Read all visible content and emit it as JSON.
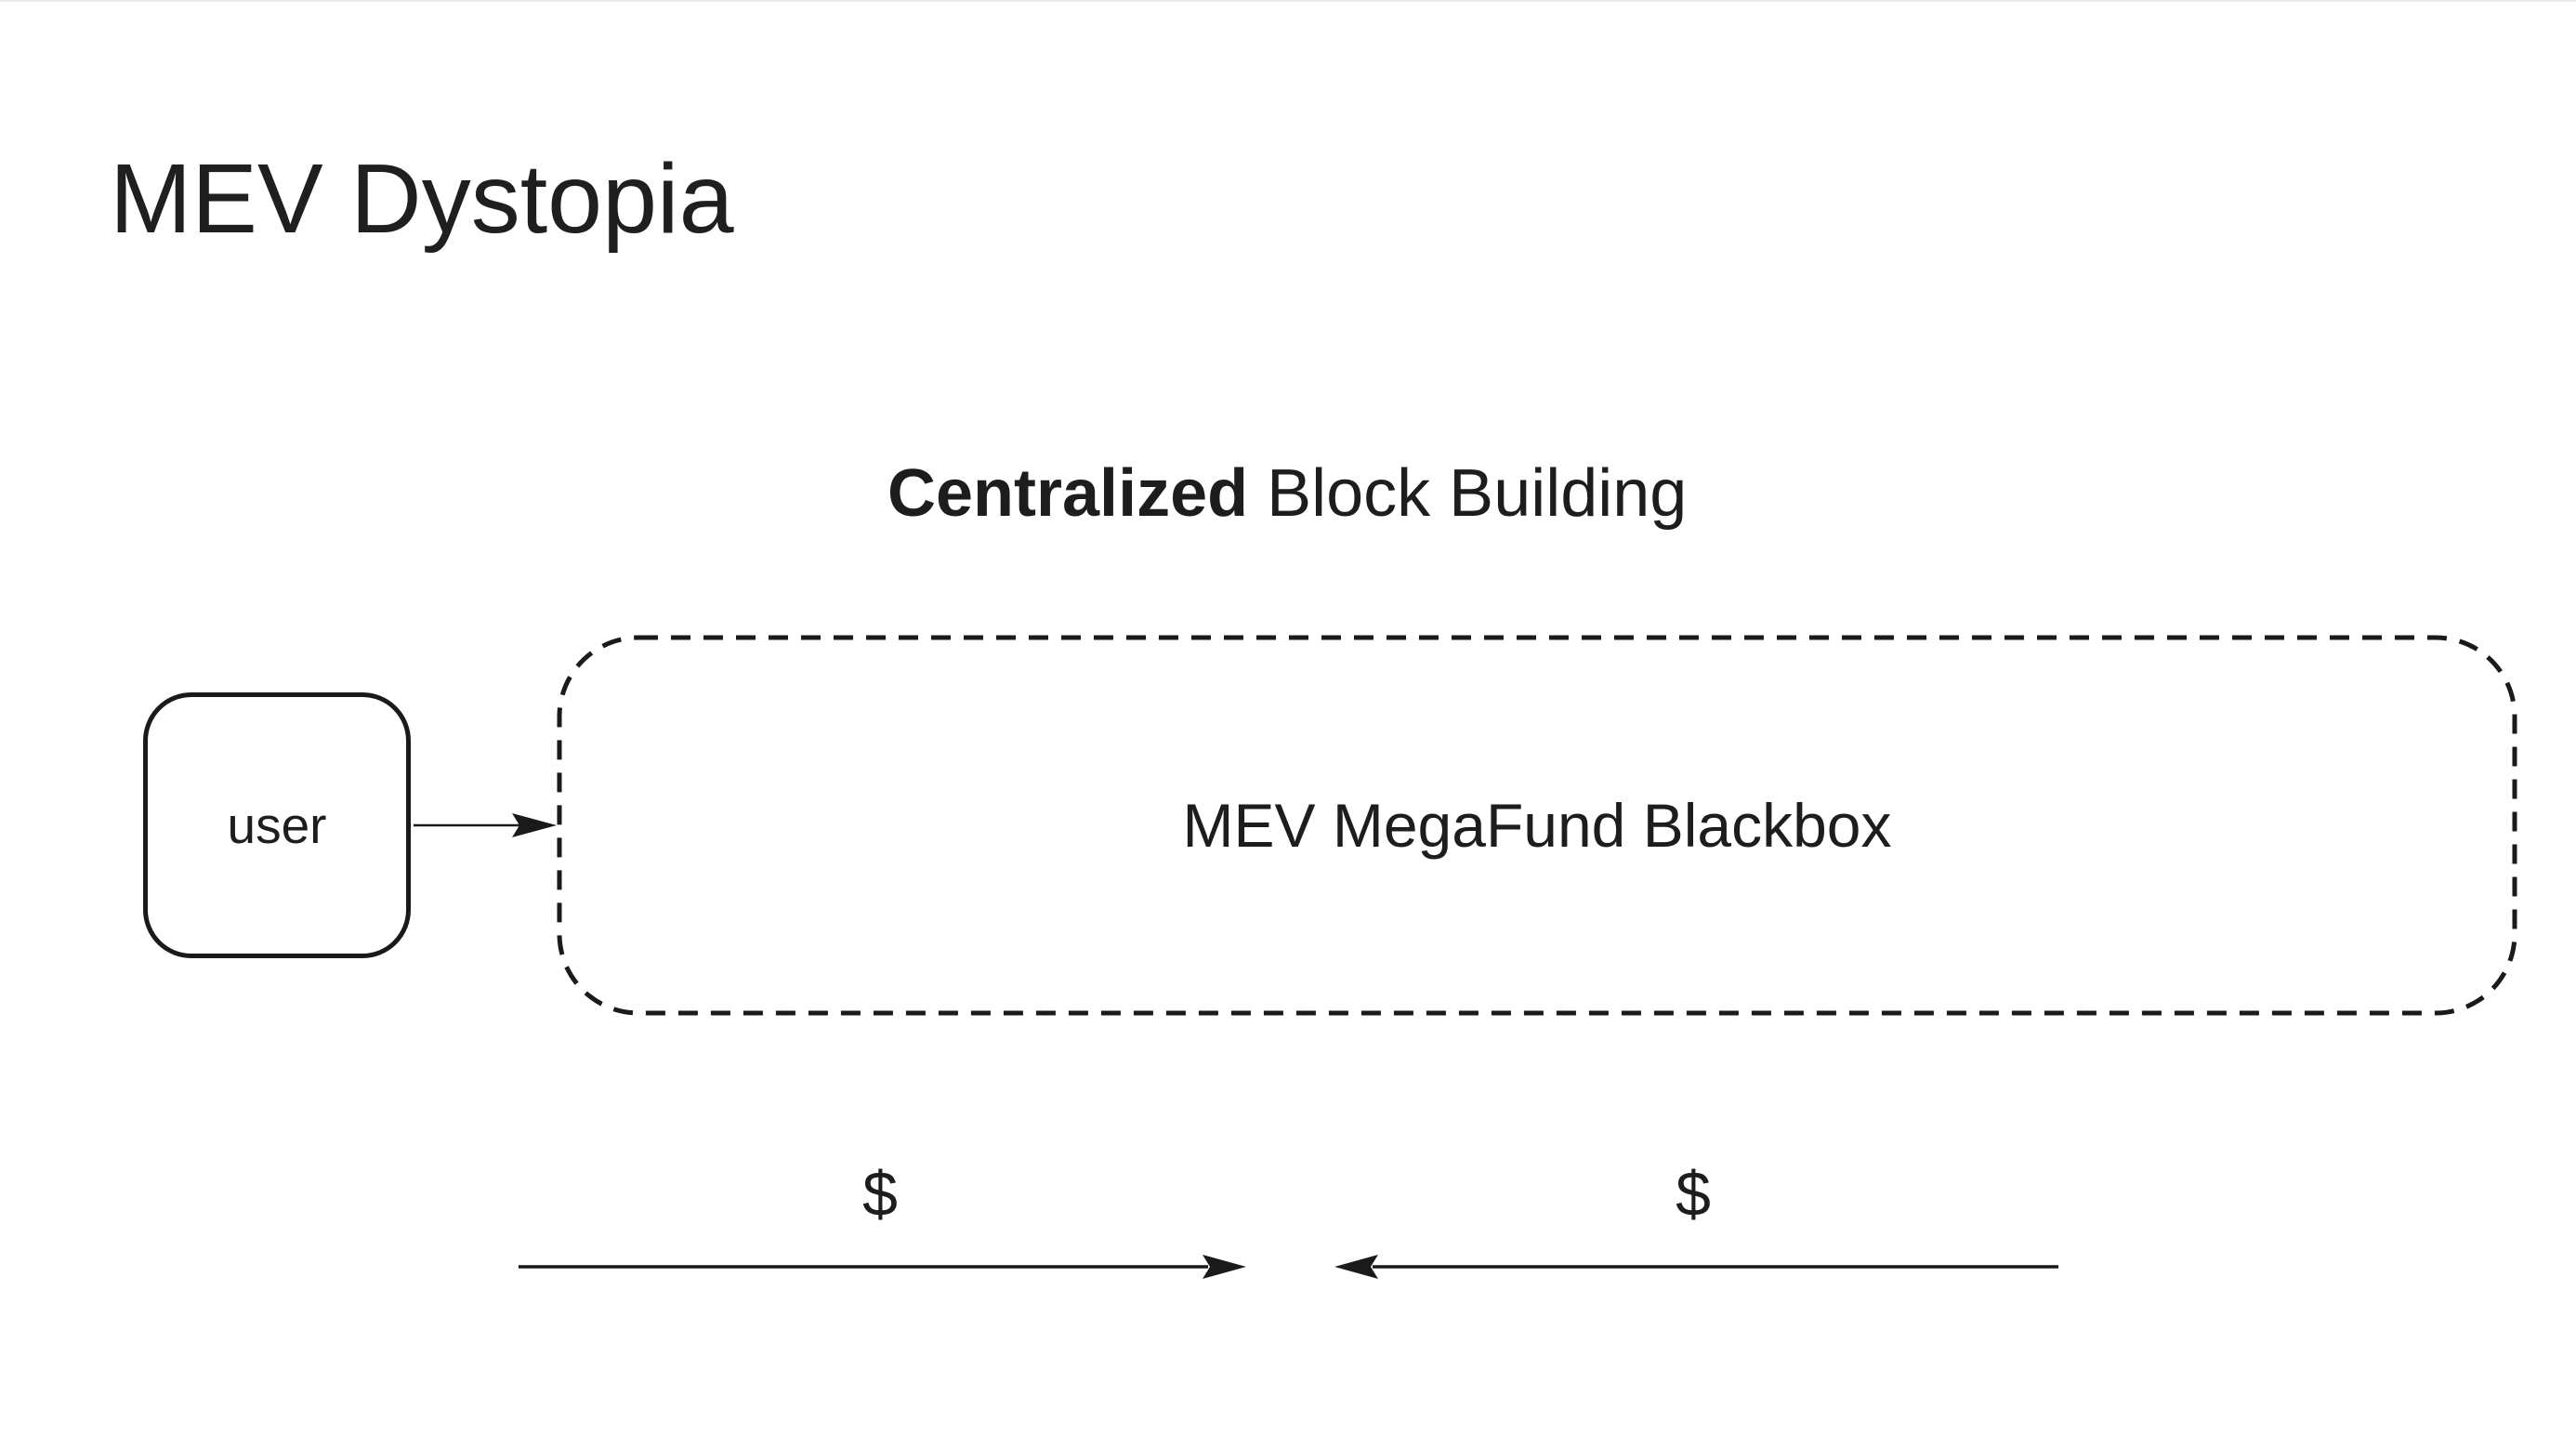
{
  "page": {
    "title": "MEV Dystopia",
    "background": "#ffffff",
    "ink_color": "#1a1a1a"
  },
  "heading": {
    "emphasis": "Centralized",
    "rest": " Block Building"
  },
  "diagram": {
    "user_node": {
      "label": "user"
    },
    "blackbox_node": {
      "label": "MEV MegaFund Blackbox"
    },
    "money_flow_in": {
      "label": "$"
    },
    "money_flow_out": {
      "label": "$"
    }
  }
}
